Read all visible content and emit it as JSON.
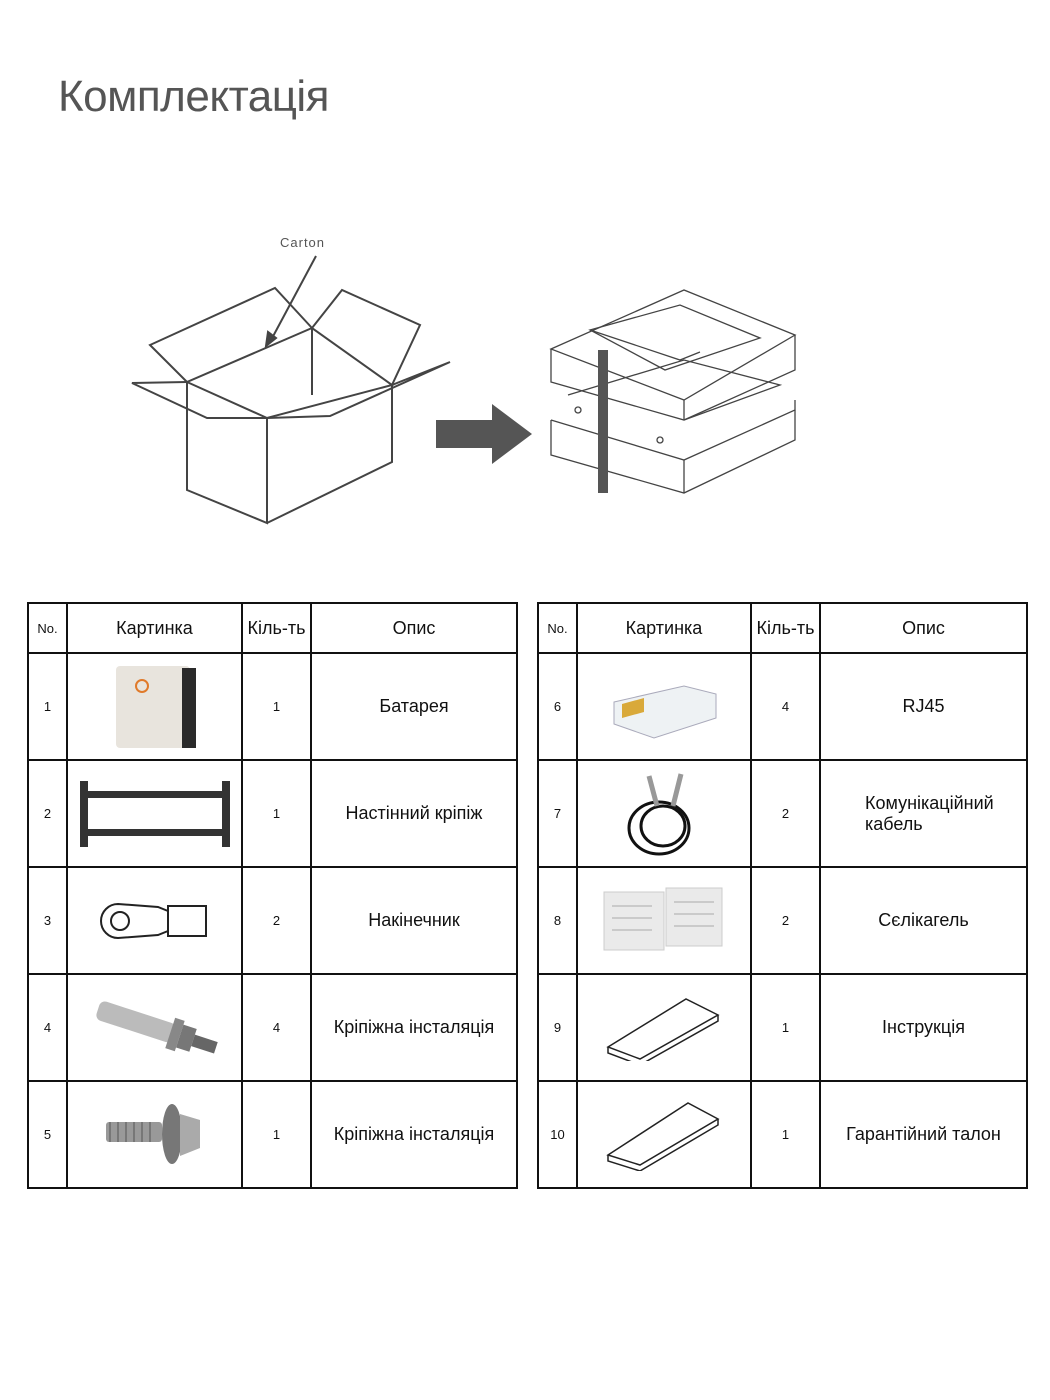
{
  "title": "Комплектація",
  "illustration": {
    "carton_label": "Carton"
  },
  "headers": {
    "no": "No.",
    "picture": "Картинка",
    "qty": "Кіль-ть",
    "desc": "Опис"
  },
  "left_table": [
    {
      "no": "1",
      "qty": "1",
      "desc": "Батарея",
      "icon": "battery-icon"
    },
    {
      "no": "2",
      "qty": "1",
      "desc": "Настінний кріпіж",
      "icon": "wall-bracket-icon"
    },
    {
      "no": "3",
      "qty": "2",
      "desc": "Накінечник",
      "icon": "cable-lug-icon"
    },
    {
      "no": "4",
      "qty": "4",
      "desc": "Кріпіжна інсталяція",
      "icon": "expansion-bolt-icon"
    },
    {
      "no": "5",
      "qty": "1",
      "desc": "Кріпіжна інсталяція",
      "icon": "screw-icon"
    }
  ],
  "right_table": [
    {
      "no": "6",
      "qty": "4",
      "desc": "RJ45",
      "icon": "rj45-connector-icon"
    },
    {
      "no": "7",
      "qty": "2",
      "desc": "Комунікаційний кабель",
      "icon": "communication-cable-icon"
    },
    {
      "no": "8",
      "qty": "2",
      "desc": "Сєлікагель",
      "icon": "silica-gel-icon"
    },
    {
      "no": "9",
      "qty": "1",
      "desc": "Інструкція",
      "icon": "manual-icon"
    },
    {
      "no": "10",
      "qty": "1",
      "desc": "Гарантійний талон",
      "icon": "warranty-card-icon"
    }
  ]
}
